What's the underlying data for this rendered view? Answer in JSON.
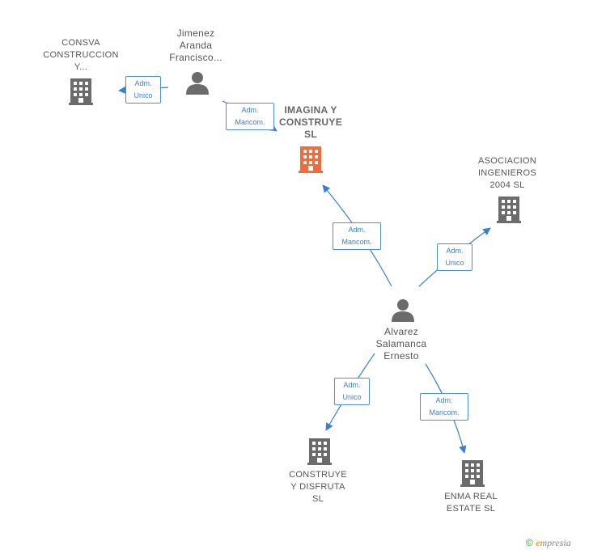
{
  "colors": {
    "edge": "#3a7fd5",
    "company": "#6b6b6b",
    "focus": "#f26b3a",
    "person": "#6b6b6b"
  },
  "nodes": {
    "consva": {
      "lines": [
        "CONSVA",
        "CONSTRUCCION",
        "Y..."
      ],
      "icon": "building-icon"
    },
    "jimenez": {
      "lines": [
        "Jimenez",
        "Aranda",
        "Francisco..."
      ],
      "icon": "person-icon"
    },
    "imagina": {
      "lines": [
        "IMAGINA Y",
        "CONSTRUYE",
        "SL"
      ],
      "icon": "building-icon"
    },
    "asociacion": {
      "lines": [
        "ASOCIACION",
        "INGENIEROS",
        "2004  SL"
      ],
      "icon": "building-icon"
    },
    "alvarez": {
      "lines": [
        "Alvarez",
        "Salamanca",
        "Ernesto"
      ],
      "icon": "person-icon"
    },
    "construye": {
      "lines": [
        "CONSTRUYE",
        "Y DISFRUTA",
        "SL"
      ],
      "icon": "building-icon"
    },
    "enma": {
      "lines": [
        "ENMA REAL",
        "ESTATE  SL"
      ],
      "icon": "building-icon"
    }
  },
  "relations": {
    "jimenez_consva": [
      "Adm.",
      "Unico"
    ],
    "jimenez_imagina": [
      "Adm.",
      "Mancom."
    ],
    "alvarez_imagina": [
      "Adm.",
      "Mancom."
    ],
    "alvarez_asociacion": [
      "Adm.",
      "Unico"
    ],
    "alvarez_construye": [
      "Adm.",
      "Unico"
    ],
    "alvarez_enma": [
      "Adm.",
      "Mancom."
    ]
  },
  "footer": {
    "copyright": "©",
    "brand_initial": "e",
    "brand_rest": "mpresia"
  }
}
